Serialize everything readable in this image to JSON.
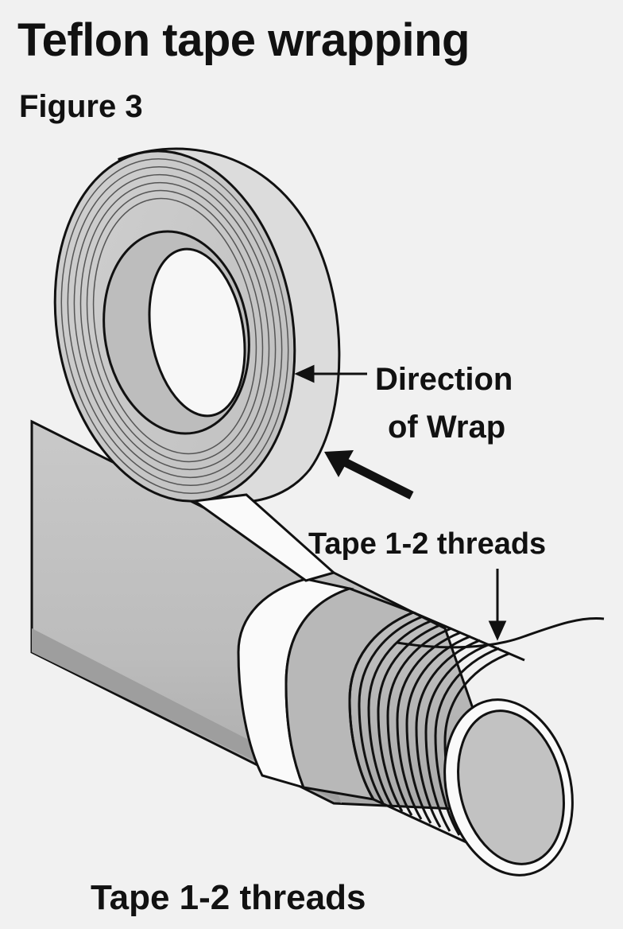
{
  "figure": {
    "title": "Teflon tape wrapping",
    "subtitle": "Figure 3"
  },
  "labels": {
    "direction_line1": "Direction",
    "direction_line2": "of Wrap",
    "threads_callout": "Tape 1-2 threads",
    "bottom_caption": "Tape 1-2 threads"
  },
  "colors": {
    "background": "#f1f1f1",
    "ink": "#111111",
    "pipe_gray": "#bdbdbd",
    "tape_white": "#fafafa",
    "roll_face": "#d7d7d7"
  }
}
